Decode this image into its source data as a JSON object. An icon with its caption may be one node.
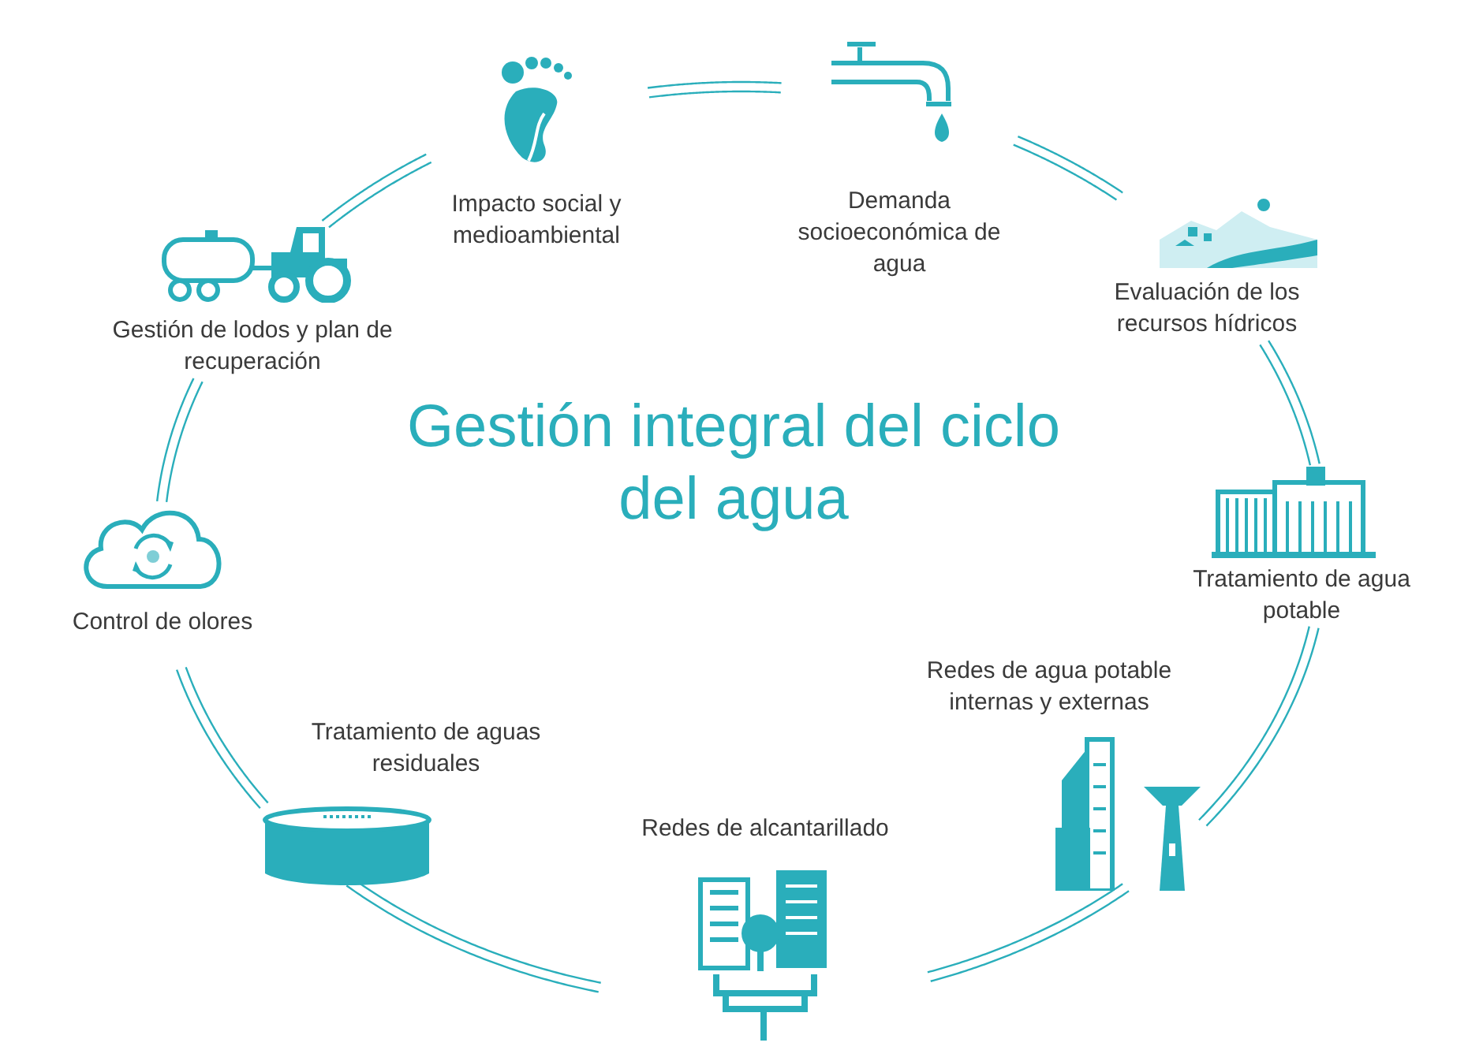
{
  "diagram": {
    "title": "Gestión integral del ciclo del agua",
    "nodes": [
      {
        "text": [
          "Impacto social y medioambiental"
        ]
      },
      {
        "text": [
          "Demanda socioeconómica de agua"
        ]
      },
      {
        "text": [
          "Evaluación de los recursos hídricos"
        ]
      },
      {
        "text": [
          "Tratamiento de agua potable"
        ]
      },
      {
        "text": [
          "Redes de agua potable internas y externas"
        ]
      },
      {
        "text": [
          "Redes de alcantarillado"
        ]
      },
      {
        "text": [
          "Tratamiento de aguas residuales"
        ]
      },
      {
        "text": [
          "Control de olores"
        ]
      },
      {
        "text": [
          "Gestión de lodos y plan de recuperación"
        ]
      }
    ],
    "edges": [
      {
        "from": 0,
        "to": 1,
        "arrow": "none"
      },
      {
        "from": 1,
        "to": 2,
        "arrow": "none"
      },
      {
        "from": 2,
        "to": 3,
        "arrow": "none"
      },
      {
        "from": 3,
        "to": 4,
        "arrow": "none"
      },
      {
        "from": 4,
        "to": 5,
        "arrow": "none"
      },
      {
        "from": 5,
        "to": 6,
        "arrow": "none"
      },
      {
        "from": 6,
        "to": 7,
        "arrow": "none"
      },
      {
        "from": 7,
        "to": 8,
        "arrow": "none"
      },
      {
        "from": 8,
        "to": 0,
        "arrow": "none"
      }
    ]
  }
}
